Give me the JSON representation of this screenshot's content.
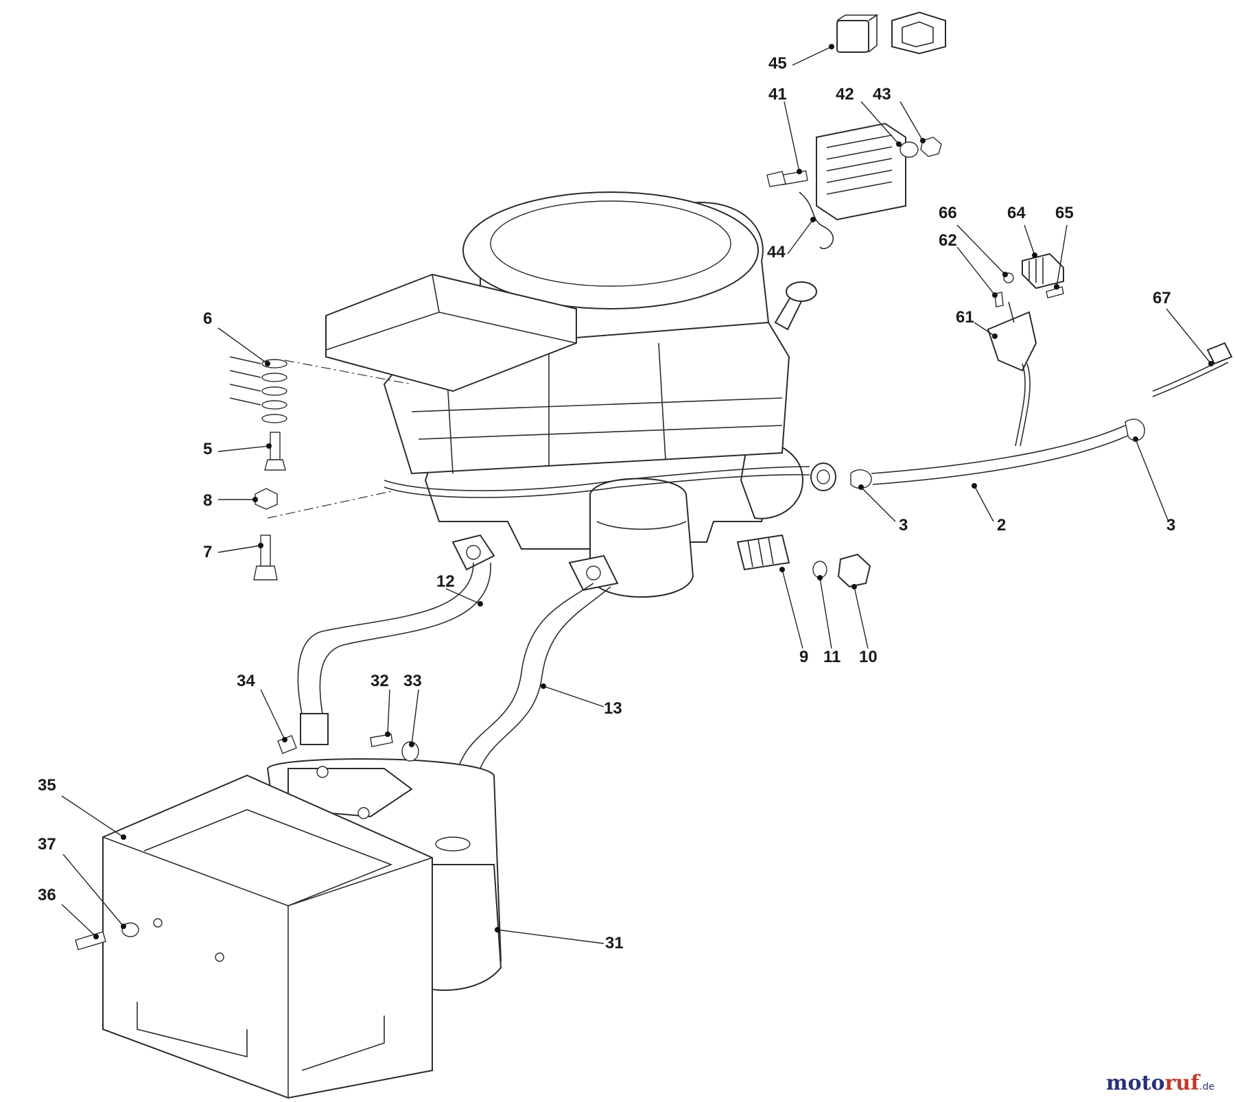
{
  "callouts": [
    {
      "id": "45",
      "text": "45"
    },
    {
      "id": "41",
      "text": "41"
    },
    {
      "id": "42",
      "text": "42"
    },
    {
      "id": "43",
      "text": "43"
    },
    {
      "id": "44",
      "text": "44"
    },
    {
      "id": "66",
      "text": "66"
    },
    {
      "id": "64",
      "text": "64"
    },
    {
      "id": "65",
      "text": "65"
    },
    {
      "id": "62",
      "text": "62"
    },
    {
      "id": "61",
      "text": "61"
    },
    {
      "id": "67",
      "text": "67"
    },
    {
      "id": "6",
      "text": "6"
    },
    {
      "id": "5",
      "text": "5"
    },
    {
      "id": "8",
      "text": "8"
    },
    {
      "id": "7",
      "text": "7"
    },
    {
      "id": "3a",
      "text": "3"
    },
    {
      "id": "2",
      "text": "2"
    },
    {
      "id": "3b",
      "text": "3"
    },
    {
      "id": "12",
      "text": "12"
    },
    {
      "id": "9",
      "text": "9"
    },
    {
      "id": "11",
      "text": "11"
    },
    {
      "id": "10",
      "text": "10"
    },
    {
      "id": "34",
      "text": "34"
    },
    {
      "id": "32",
      "text": "32"
    },
    {
      "id": "33",
      "text": "33"
    },
    {
      "id": "13",
      "text": "13"
    },
    {
      "id": "35",
      "text": "35"
    },
    {
      "id": "37",
      "text": "37"
    },
    {
      "id": "36",
      "text": "36"
    },
    {
      "id": "31",
      "text": "31"
    }
  ],
  "watermark": {
    "part1": "moto",
    "part2": "ruf",
    "suffix": ".de"
  }
}
